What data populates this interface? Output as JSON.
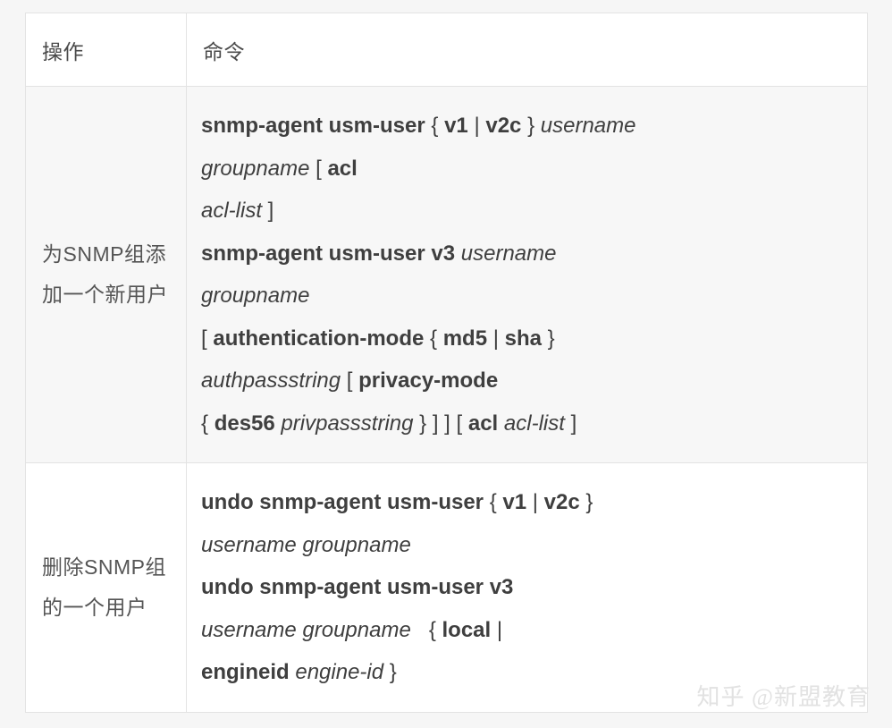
{
  "table": {
    "headers": [
      "操作",
      "命令"
    ],
    "rows": [
      {
        "operation": "为SNMP组添加一个新用户",
        "lines": [
          [
            {
              "t": "snmp-agent usm-user ",
              "s": "kw"
            },
            {
              "t": "{ ",
              "s": "punct"
            },
            {
              "t": "v1",
              "s": "kw"
            },
            {
              "t": " | ",
              "s": "punct"
            },
            {
              "t": "v2c",
              "s": "kw"
            },
            {
              "t": " } ",
              "s": "punct"
            },
            {
              "t": "username",
              "s": "arg"
            }
          ],
          [
            {
              "t": "groupname",
              "s": "arg"
            },
            {
              "t": " [ ",
              "s": "punct"
            },
            {
              "t": "acl",
              "s": "kw"
            }
          ],
          [
            {
              "t": "acl-list",
              "s": "arg"
            },
            {
              "t": " ]",
              "s": "punct"
            }
          ],
          [
            {
              "t": "snmp-agent usm-user v3 ",
              "s": "kw"
            },
            {
              "t": "username",
              "s": "arg"
            }
          ],
          [
            {
              "t": "groupname",
              "s": "arg"
            }
          ],
          [
            {
              "t": "[ ",
              "s": "punct"
            },
            {
              "t": "authentication-mode",
              "s": "kw"
            },
            {
              "t": " { ",
              "s": "punct"
            },
            {
              "t": "md5",
              "s": "kw"
            },
            {
              "t": " | ",
              "s": "punct"
            },
            {
              "t": "sha",
              "s": "kw"
            },
            {
              "t": " }",
              "s": "punct"
            }
          ],
          [
            {
              "t": "authpassstring",
              "s": "arg"
            },
            {
              "t": " [ ",
              "s": "punct"
            },
            {
              "t": "privacy-mode",
              "s": "kw"
            }
          ],
          [
            {
              "t": "{ ",
              "s": "punct"
            },
            {
              "t": "des56",
              "s": "kw"
            },
            {
              "t": " ",
              "s": "punct"
            },
            {
              "t": "privpassstring",
              "s": "arg"
            },
            {
              "t": " } ] ] [ ",
              "s": "punct"
            },
            {
              "t": "acl",
              "s": "kw"
            },
            {
              "t": " ",
              "s": "punct"
            },
            {
              "t": "acl-list",
              "s": "arg"
            },
            {
              "t": " ]",
              "s": "punct"
            }
          ]
        ]
      },
      {
        "operation": "删除SNMP组的一个用户",
        "lines": [
          [
            {
              "t": "undo snmp-agent usm-user ",
              "s": "kw"
            },
            {
              "t": "{ ",
              "s": "punct"
            },
            {
              "t": "v1",
              "s": "kw"
            },
            {
              "t": " | ",
              "s": "punct"
            },
            {
              "t": "v2c",
              "s": "kw"
            },
            {
              "t": " }",
              "s": "punct"
            }
          ],
          [
            {
              "t": "username groupname",
              "s": "arg"
            }
          ],
          [
            {
              "t": "undo snmp-agent usm-user v3",
              "s": "kw"
            }
          ],
          [
            {
              "t": "username groupname",
              "s": "arg"
            },
            {
              "t": "   { ",
              "s": "punct"
            },
            {
              "t": "local",
              "s": "kw"
            },
            {
              "t": " |",
              "s": "punct"
            }
          ],
          [
            {
              "t": "engineid",
              "s": "kw"
            },
            {
              "t": " ",
              "s": "punct"
            },
            {
              "t": "engine-id",
              "s": "arg"
            },
            {
              "t": " }",
              "s": "punct"
            }
          ]
        ]
      }
    ]
  },
  "watermark": {
    "text": "知乎 @新盟教育"
  },
  "colors": {
    "page_background": "#f6f6f6",
    "header_background": "#ffffff",
    "row_shaded_background": "#f7f7f7",
    "row_plain_background": "#ffffff",
    "border": "#e3e3e3",
    "command_text": "#3f3f3f",
    "operation_text": "#555555",
    "watermark_text": "#e2e2e2"
  }
}
